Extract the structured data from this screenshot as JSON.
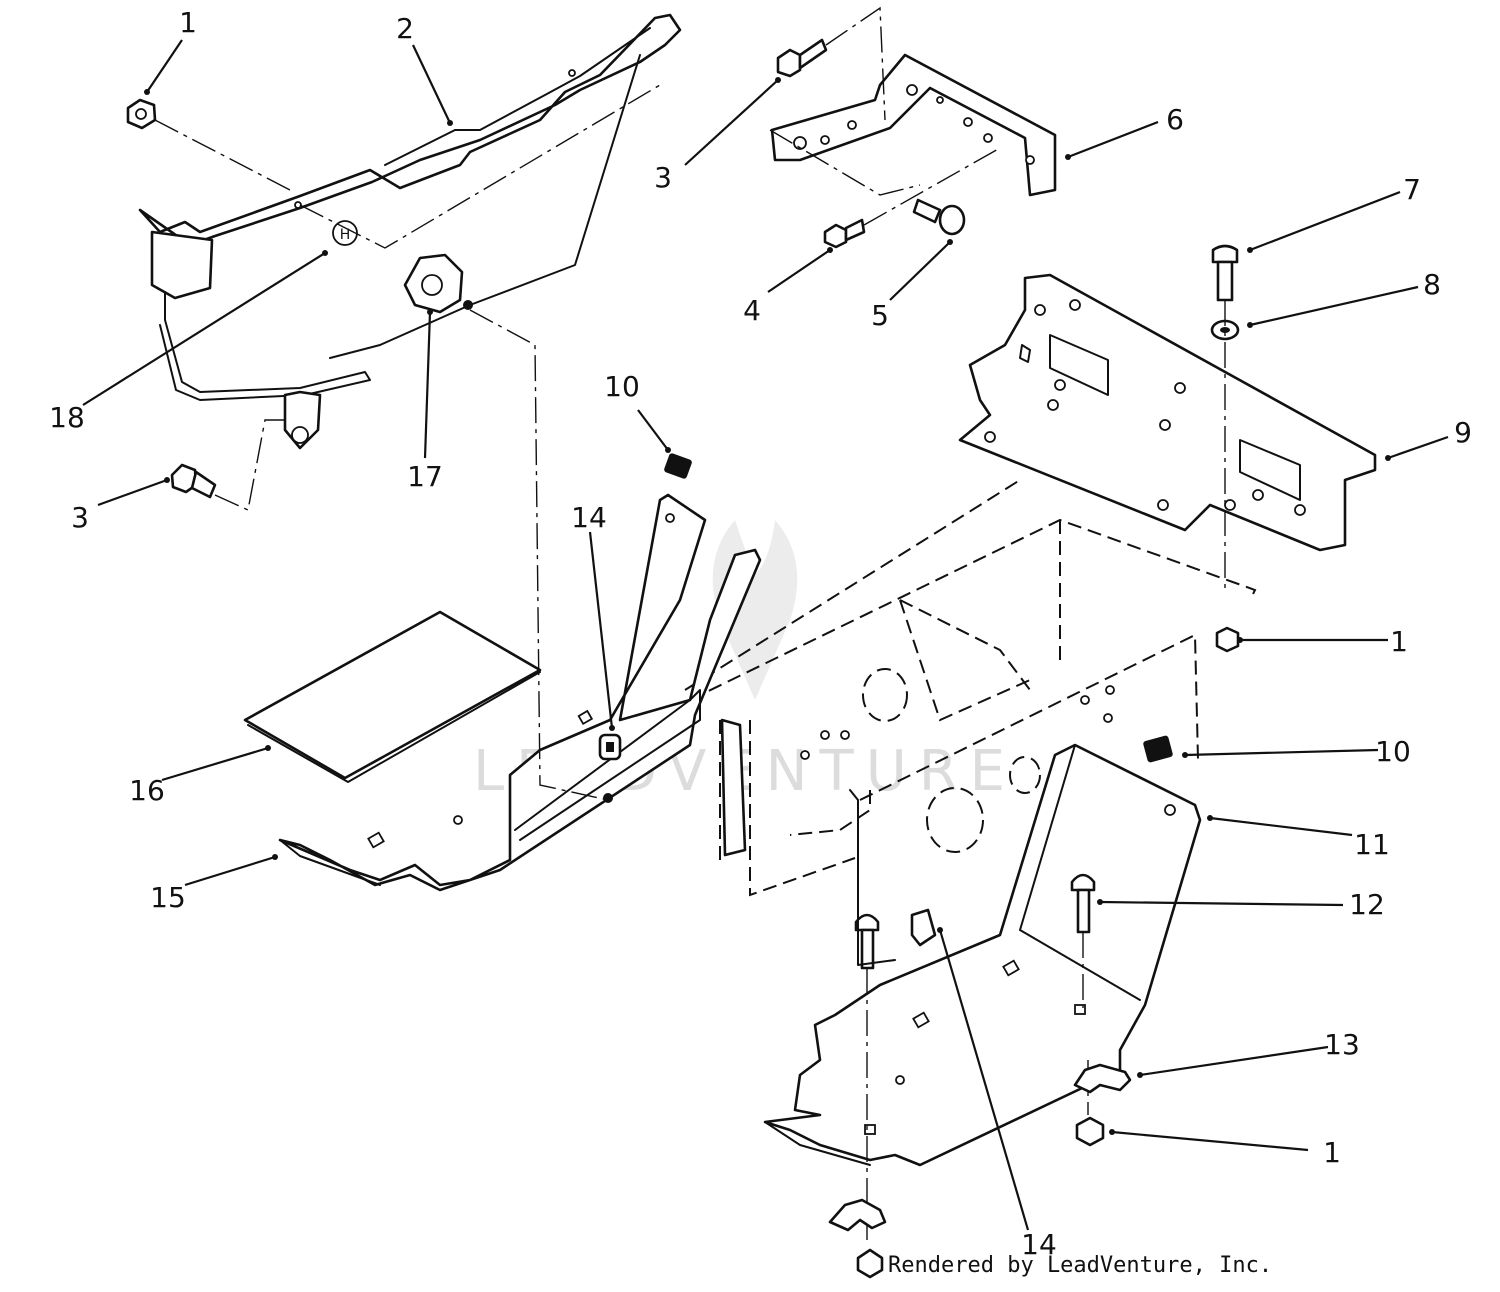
{
  "watermark": "LEADVENTURE",
  "credit": "Rendered by LeadVenture, Inc.",
  "callouts": [
    {
      "id": "c1a",
      "label": "1"
    },
    {
      "id": "c2",
      "label": "2"
    },
    {
      "id": "c3a",
      "label": "3"
    },
    {
      "id": "c3b",
      "label": "3"
    },
    {
      "id": "c4",
      "label": "4"
    },
    {
      "id": "c5",
      "label": "5"
    },
    {
      "id": "c6",
      "label": "6"
    },
    {
      "id": "c7",
      "label": "7"
    },
    {
      "id": "c8",
      "label": "8"
    },
    {
      "id": "c9",
      "label": "9"
    },
    {
      "id": "c10a",
      "label": "10"
    },
    {
      "id": "c1b",
      "label": "1"
    },
    {
      "id": "c10b",
      "label": "10"
    },
    {
      "id": "c11",
      "label": "11"
    },
    {
      "id": "c12",
      "label": "12"
    },
    {
      "id": "c13",
      "label": "13"
    },
    {
      "id": "c1c",
      "label": "1"
    },
    {
      "id": "c14a",
      "label": "14"
    },
    {
      "id": "c14b",
      "label": "14"
    },
    {
      "id": "c15",
      "label": "15"
    },
    {
      "id": "c16",
      "label": "16"
    },
    {
      "id": "c17",
      "label": "17"
    },
    {
      "id": "c18",
      "label": "18"
    }
  ]
}
